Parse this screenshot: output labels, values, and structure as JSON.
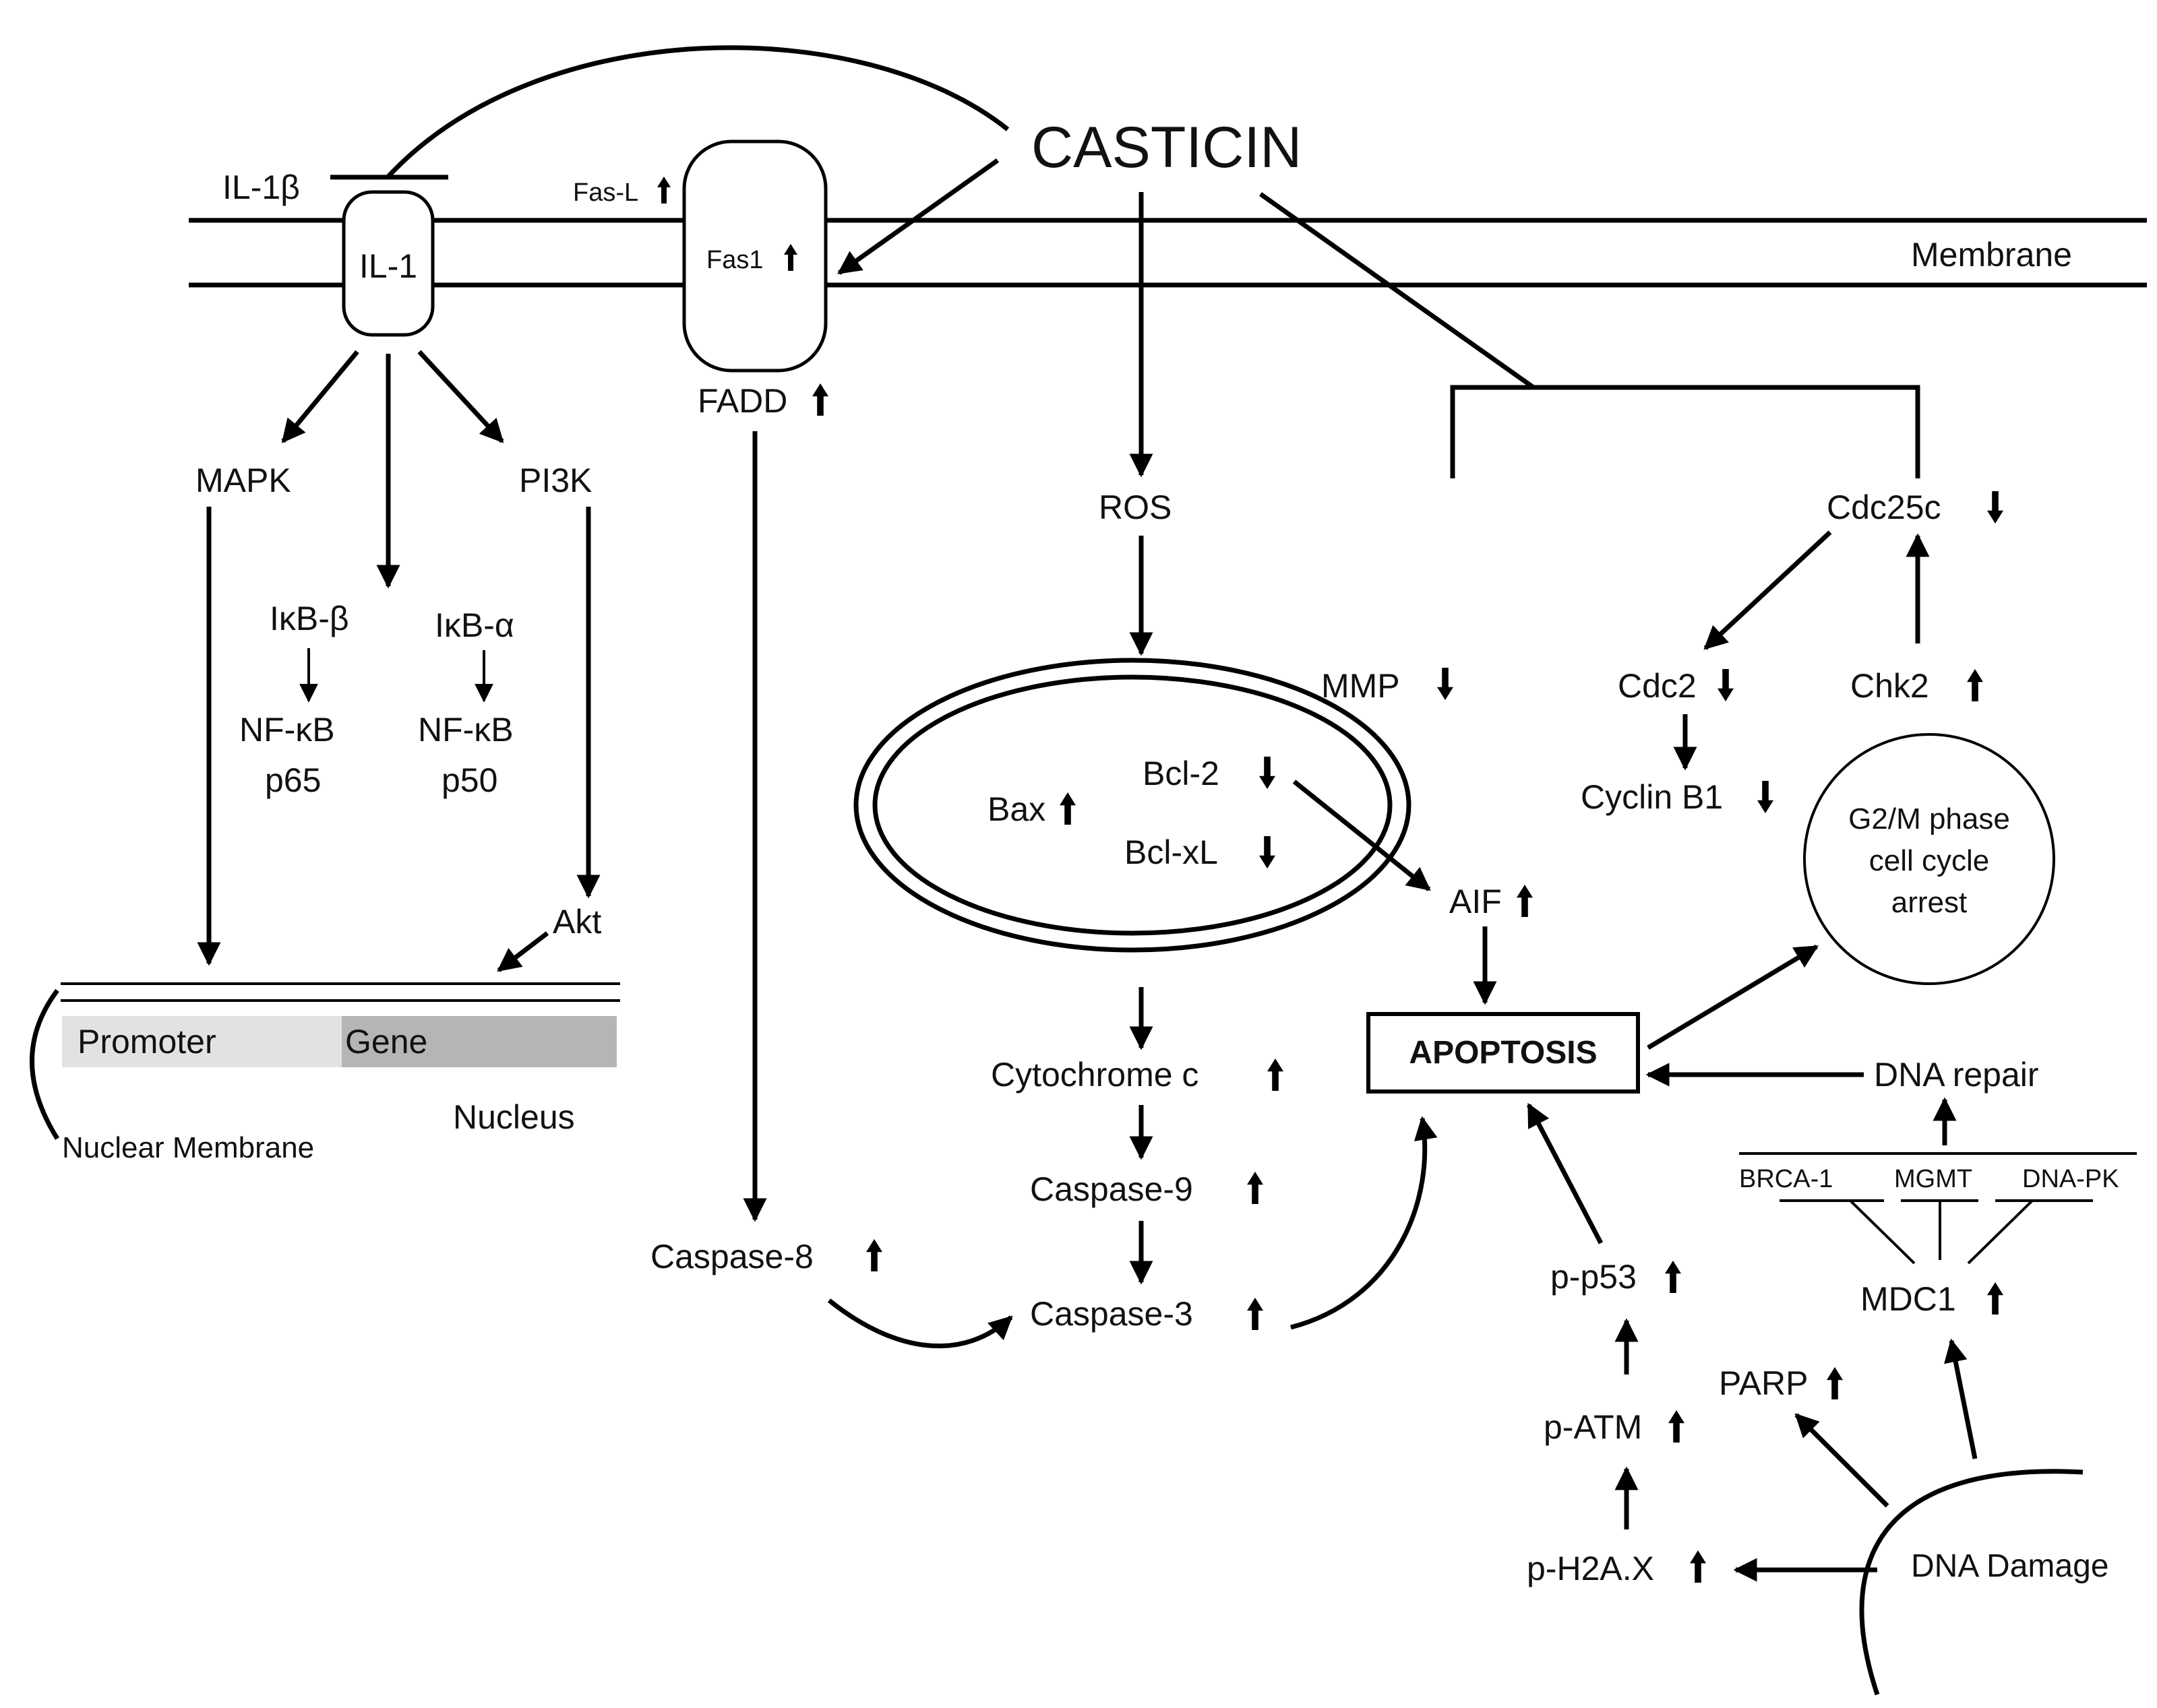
{
  "colors": {
    "line": "#000000",
    "background": "#ffffff",
    "promoter_fill": "#e2e2e2",
    "gene_fill": "#b5b5b5"
  },
  "icons": {
    "up": "arrow-up-icon",
    "down": "arrow-down-icon"
  },
  "diagram": {
    "casticin": "CASTICIN",
    "membrane": "Membrane",
    "il1b": "IL-1β",
    "il1": "IL-1",
    "fasl": "Fas-L",
    "fas1": "Fas1",
    "fadd": "FADD",
    "mapk": "MAPK",
    "pi3k": "PI3K",
    "ikbb": "IκB-β",
    "ikba": "IκB-α",
    "nfkb_1": "NF-κB",
    "p65": "p65",
    "nfkb_2": "NF-κB",
    "p50": "p50",
    "akt": "Akt",
    "promoter": "Promoter",
    "gene": "Gene",
    "nucleus": "Nucleus",
    "nuclear_membrane": "Nuclear Membrane",
    "ros": "ROS",
    "mmp": "MMP",
    "bax": "Bax",
    "bcl2": "Bcl-2",
    "bclxl": "Bcl-xL",
    "aif": "AIF",
    "cytochrome_c": "Cytochrome c",
    "caspase9": "Caspase-9",
    "caspase3": "Caspase-3",
    "caspase8": "Caspase-8",
    "apoptosis": "APOPTOSIS",
    "cdc25c": "Cdc25c",
    "cdc2": "Cdc2",
    "chk2": "Chk2",
    "cyclin_b1": "Cyclin B1",
    "g2m_line1": "G2/M phase",
    "g2m_line2": "cell cycle",
    "g2m_line3": "arrest",
    "dna_repair": "DNA repair",
    "brca1": "BRCA-1",
    "mgmt": "MGMT",
    "dnapk": "DNA-PK",
    "mdc1": "MDC1",
    "pp53": "p-p53",
    "patm": "p-ATM",
    "ph2ax": "p-H2A.X",
    "parp": "PARP",
    "dna_damage": "DNA Damage"
  }
}
